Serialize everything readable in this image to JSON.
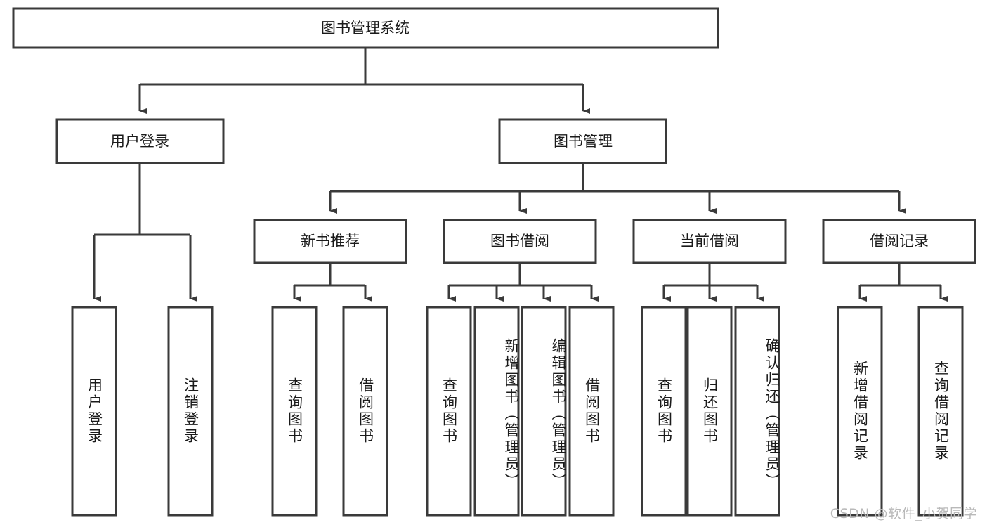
{
  "diagram": {
    "title": "图书管理系统",
    "type": "hierarchy-tree",
    "colors": {
      "box_stroke": "#3a3a3a",
      "box_fill": "#ffffff",
      "connector": "#3a3a3a",
      "text": "#1a1a1a",
      "background": "#ffffff",
      "watermark": "#b9b9b9"
    },
    "levels": {
      "level1": [
        {
          "id": "root",
          "label": "图书管理系统"
        }
      ],
      "level2": [
        {
          "id": "user-login",
          "label": "用户登录"
        },
        {
          "id": "book-manage",
          "label": "图书管理"
        }
      ],
      "level3": [
        {
          "id": "new-book-recommend",
          "label": "新书推荐"
        },
        {
          "id": "book-borrow",
          "label": "图书借阅"
        },
        {
          "id": "current-borrow",
          "label": "当前借阅"
        },
        {
          "id": "borrow-record",
          "label": "借阅记录"
        }
      ],
      "level4": [
        {
          "id": "leaf-user-login",
          "label": "用户登录",
          "parent": "user-login"
        },
        {
          "id": "leaf-user-logout",
          "label": "注销登录",
          "parent": "user-login"
        },
        {
          "id": "leaf-query-book-1",
          "label": "查询图书",
          "parent": "new-book-recommend"
        },
        {
          "id": "leaf-borrow-book-1",
          "label": "借阅图书",
          "parent": "new-book-recommend"
        },
        {
          "id": "leaf-query-book-2",
          "label": "查询图书",
          "parent": "book-borrow"
        },
        {
          "id": "leaf-add-book",
          "label": "新增图书（管理员）",
          "parent": "book-borrow"
        },
        {
          "id": "leaf-edit-book",
          "label": "编辑图书（管理员）",
          "parent": "book-borrow"
        },
        {
          "id": "leaf-borrow-book-2",
          "label": "借阅图书",
          "parent": "book-borrow"
        },
        {
          "id": "leaf-query-book-3",
          "label": "查询图书",
          "parent": "current-borrow"
        },
        {
          "id": "leaf-return-book",
          "label": "归还图书",
          "parent": "current-borrow"
        },
        {
          "id": "leaf-confirm-return",
          "label": "确认归还（管理员）",
          "parent": "current-borrow"
        },
        {
          "id": "leaf-add-record",
          "label": "新增借阅记录",
          "parent": "borrow-record"
        },
        {
          "id": "leaf-query-record",
          "label": "查询借阅记录",
          "parent": "borrow-record"
        }
      ]
    }
  },
  "watermark": {
    "text": "CSDN @软件_小贺同学"
  }
}
